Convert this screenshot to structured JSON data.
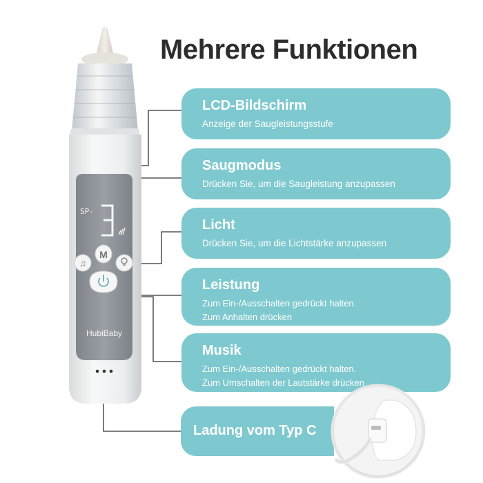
{
  "title": "Mehrere Funktionen",
  "features": [
    {
      "heading": "LCD-Bildschirm",
      "lines": [
        "Anzeige der Saugleistungsstufe"
      ]
    },
    {
      "heading": "Saugmodus",
      "lines": [
        "Drücken Sie, um die Saugleistung anzupassen"
      ]
    },
    {
      "heading": "Licht",
      "lines": [
        "Drücken Sie, um die Lichtstärke anzupassen"
      ]
    },
    {
      "heading": "Leistung",
      "lines": [
        "Zum Ein-/Ausschalten gedrückt halten.",
        "Zum Anhalten drücken"
      ]
    },
    {
      "heading": "Musik",
      "lines": [
        "Zum Ein-/Ausschalten gedrückt halten.",
        "Zum Umschalten der Lautstärke drücken"
      ]
    },
    {
      "heading": "Ladung vom Typ C",
      "lines": []
    }
  ],
  "device": {
    "brand": "HubiBaby",
    "display_mode": "SP-",
    "display_level": "3",
    "button_mode_letter": "M"
  },
  "colors": {
    "card": "#7ec9cf",
    "title": "#2d2d2d",
    "device_panel": "#8e9398",
    "device_body": "#eef0f1"
  }
}
